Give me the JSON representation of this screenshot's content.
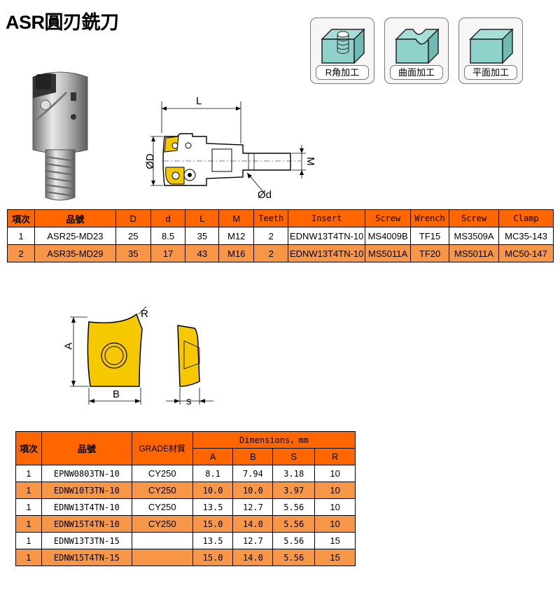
{
  "title": "ASR圓刃銑刀",
  "categories": [
    {
      "label": "R角加工",
      "icon": "r-corner-machining-icon"
    },
    {
      "label": "曲面加工",
      "icon": "curved-surface-machining-icon"
    },
    {
      "label": "平面加工",
      "icon": "flat-surface-machining-icon"
    }
  ],
  "diagram": {
    "L": "L",
    "D": "ØD",
    "M": "M",
    "d": "Ød"
  },
  "insert_diagram": {
    "R": "R",
    "A": "A",
    "B": "B",
    "s": "s"
  },
  "table1": {
    "headers": [
      "項次",
      "品號",
      "D",
      "d",
      "L",
      "M",
      "Teeth",
      "Insert",
      "Screw",
      "Wrench",
      "Screw",
      "Clamp"
    ],
    "rows": [
      [
        "1",
        "ASR25-MD23",
        "25",
        "8.5",
        "35",
        "M12",
        "2",
        "EDNW13T4TN-10",
        "MS4009B",
        "TF15",
        "MS3509A",
        "MC35-143"
      ],
      [
        "2",
        "ASR35-MD29",
        "35",
        "17",
        "43",
        "M16",
        "2",
        "EDNW13T4TN-10",
        "MS5011A",
        "TF20",
        "MS5011A",
        "MC50-147"
      ]
    ]
  },
  "table2": {
    "headers": {
      "item": "項次",
      "part": "品號",
      "grade": "GRADE材質",
      "dims": "Dimensions，mm",
      "A": "A",
      "B": "B",
      "S": "S",
      "R": "R"
    },
    "rows": [
      [
        "1",
        "EPNW0803TN-10",
        "CY250",
        "8.1",
        "7.94",
        "3.18",
        "10"
      ],
      [
        "1",
        "EDNW10T3TN-10",
        "CY250",
        "10.0",
        "10.0",
        "3.97",
        "10"
      ],
      [
        "1",
        "EDNW13T4TN-10",
        "CY250",
        "13.5",
        "12.7",
        "5.56",
        "10"
      ],
      [
        "1",
        "EDNW15T4TN-10",
        "CY250",
        "15.0",
        "14.0",
        "5.56",
        "10"
      ],
      [
        "1",
        "EDNW13T3TN-15",
        "",
        "13.5",
        "12.7",
        "5.56",
        "15"
      ],
      [
        "1",
        "EDNW15T4TN-15",
        "",
        "15.0",
        "14.0",
        "5.56",
        "15"
      ]
    ]
  },
  "colors": {
    "header": "#ff6600",
    "alt_row": "#f79646",
    "insert": "#f5c800"
  }
}
